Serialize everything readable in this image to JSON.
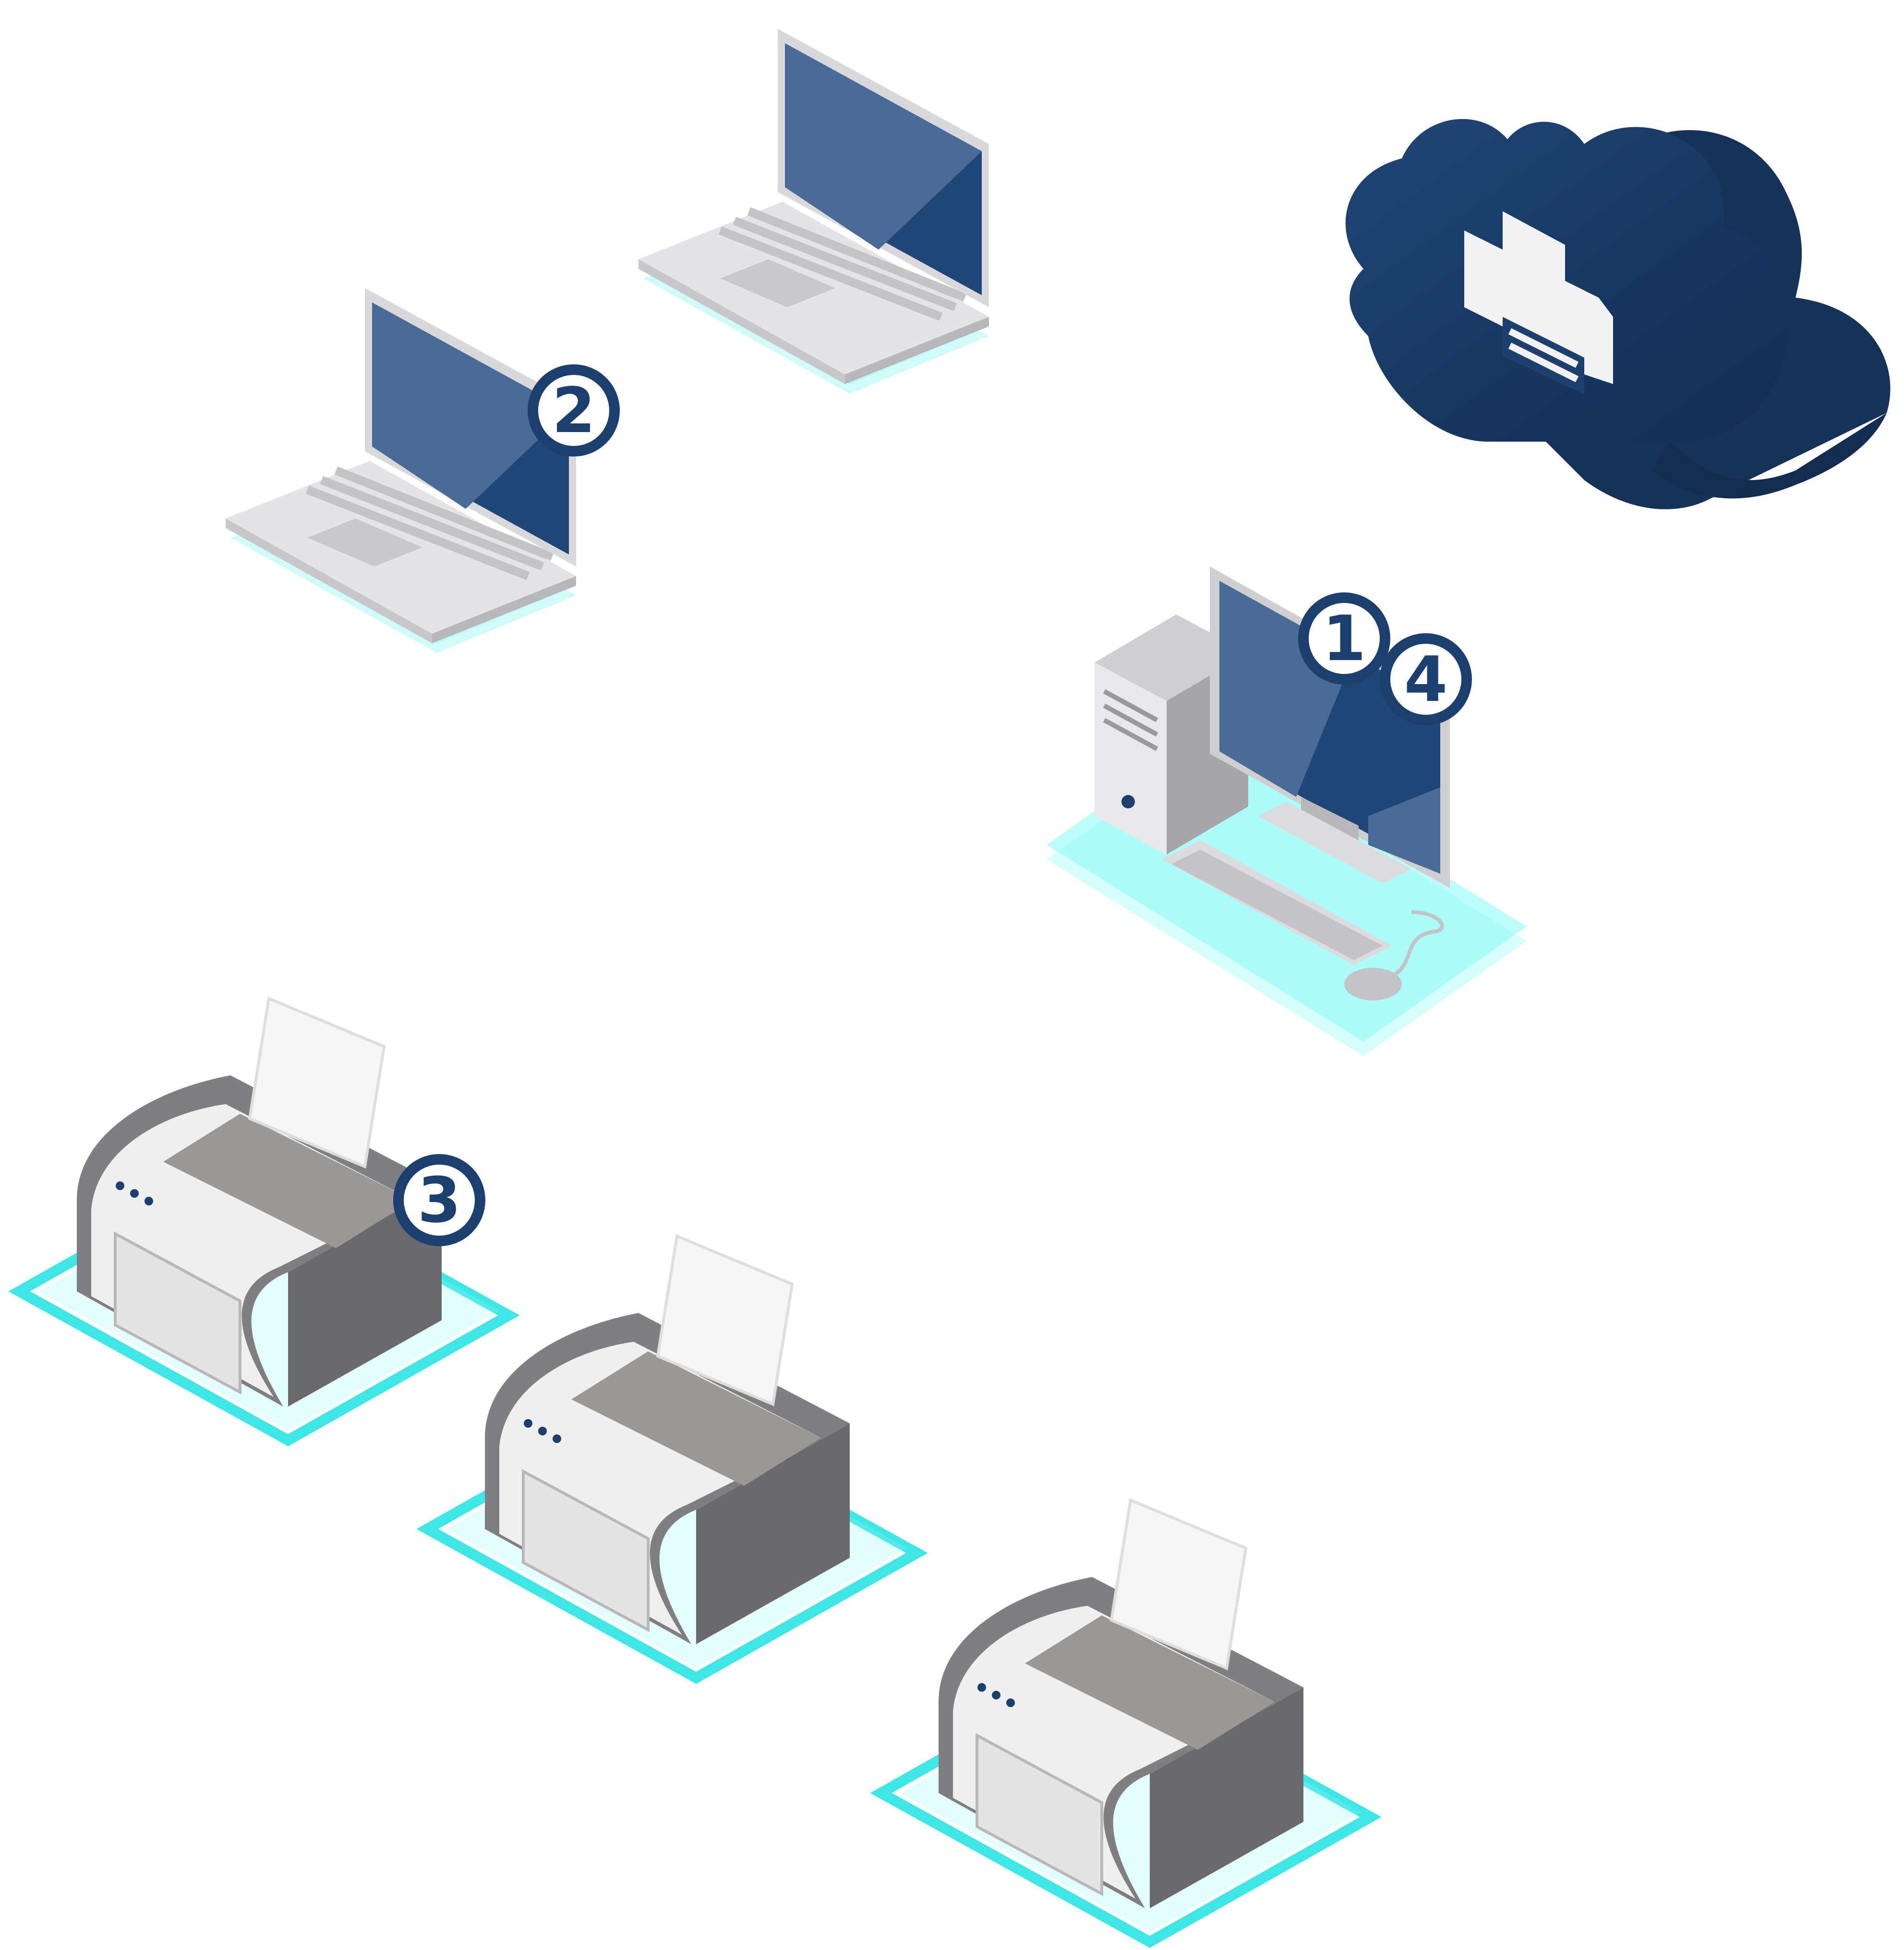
{
  "badges": [
    {
      "id": "one",
      "label": "1"
    },
    {
      "id": "two",
      "label": "2"
    },
    {
      "id": "three",
      "label": "3"
    },
    {
      "id": "four",
      "label": "4"
    }
  ],
  "icons": {
    "cloud": "cloud-print-icon",
    "desktop": "desktop-computer-icon",
    "laptop": "laptop-icon",
    "printer": "printer-icon"
  },
  "colors": {
    "navy": "#1d3f6e",
    "navy_dark": "#163259",
    "cyan": "#3ee6e6",
    "cyan_soft": "#8ffbf6",
    "screen": "#1f4677",
    "screen_light": "#4a6b96",
    "body_light": "#e9e9eb",
    "body_mid": "#a6a6a8",
    "body_dark": "#6a6a6c",
    "paper": "#f6f6f6"
  }
}
